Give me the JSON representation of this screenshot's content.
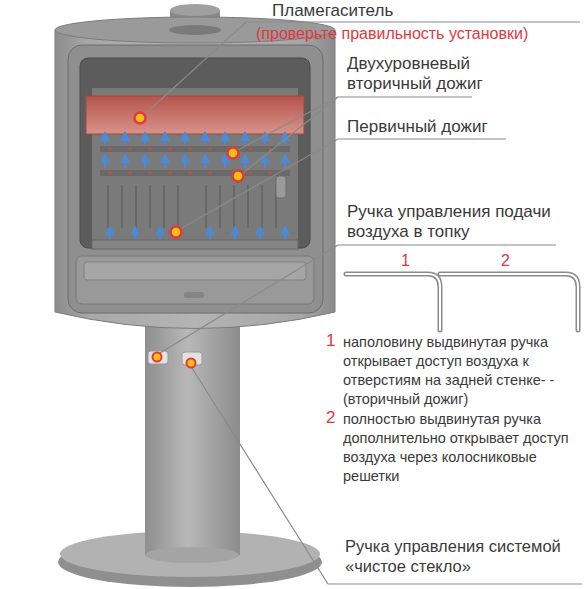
{
  "diagram": {
    "labels": [
      "Пламегаситель",
      "(проверьте правильность установки)",
      "Двухуровневый вторичный дожиг",
      "Первичный дожиг",
      "Ручка управления подачи воздуха в топку",
      "1",
      "2",
      "1",
      "наполовину выдвинутая ручка открывает доступ воздуха к отверстиям на задней стенке- -(вторичный дожиг)",
      "2",
      "полностью выдвинутая ручка дополнительно открывает доступ воздуха через колосниковые решетки",
      "Ручка управления системой «чистое стекло»"
    ]
  }
}
